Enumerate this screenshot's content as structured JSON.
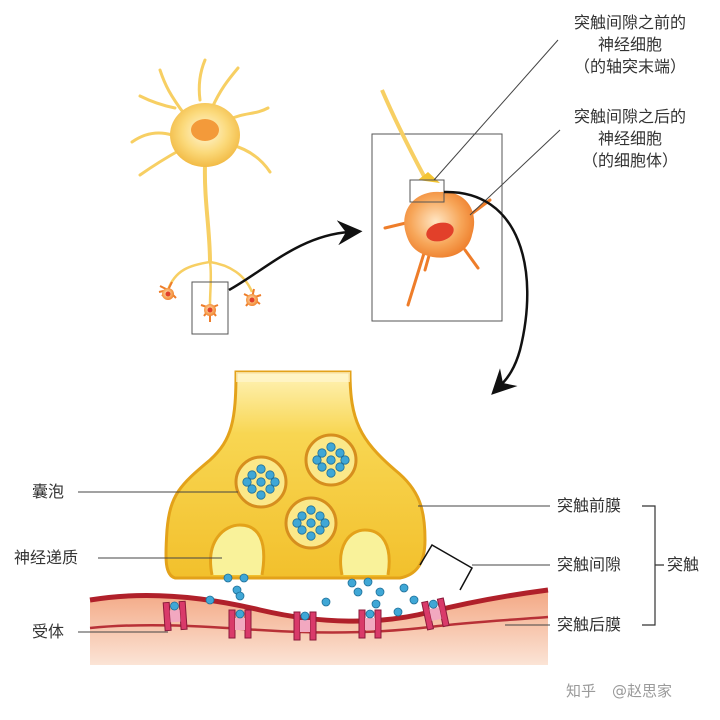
{
  "labels": {
    "pre_neuron_l1": "突触间隙之前的",
    "pre_neuron_l2": "神经细胞",
    "pre_neuron_l3": "（的轴突末端）",
    "post_neuron_l1": "突触间隙之后的",
    "post_neuron_l2": "神经细胞",
    "post_neuron_l3": "（的细胞体）",
    "vesicle": "囊泡",
    "neurotransmitter": "神经递质",
    "receptor": "受体",
    "presynaptic_membrane": "突触前膜",
    "synaptic_cleft": "突触间隙",
    "postsynaptic_membrane": "突触后膜",
    "synapse": "突触"
  },
  "watermark": {
    "site": "知乎",
    "author": "@赵思家"
  },
  "colors": {
    "neuron_yellow": "#f6c84a",
    "neuron_orange": "#f08a3a",
    "nucleus_red": "#e2402a",
    "terminal_gold": "#f3c431",
    "vesicle_blue": "#3fa7d6",
    "postsynaptic_red": "#b0202a",
    "receptor_pink": "#d93a6a"
  }
}
